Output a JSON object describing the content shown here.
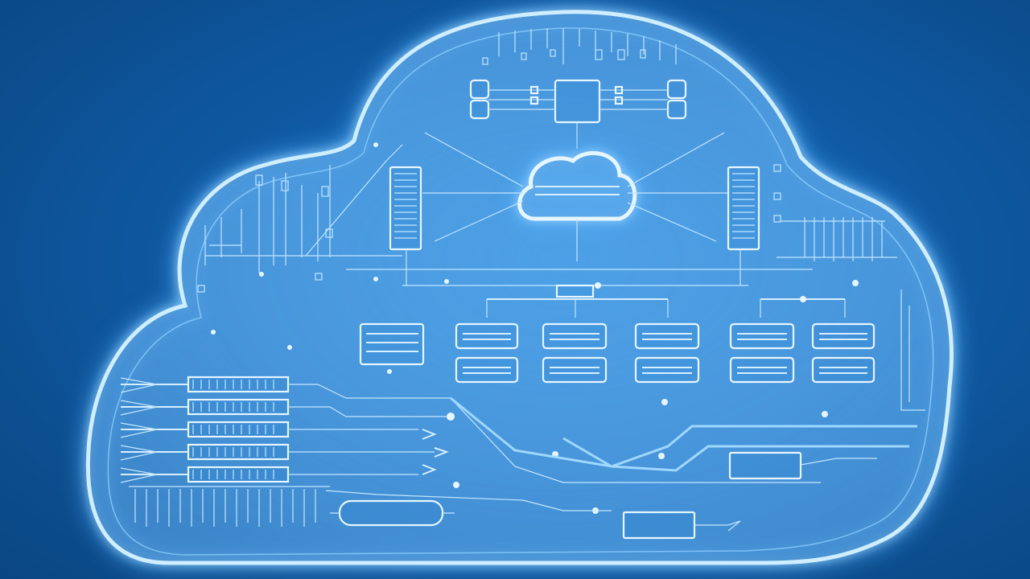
{
  "image": {
    "subject": "cloud-circuit",
    "colors": {
      "background": "#0f5aa3",
      "outline": "#cfeeff",
      "glow": "#5ab4ff",
      "line": "#d6efff"
    },
    "servers": 6,
    "left_bus_lines": 5
  }
}
